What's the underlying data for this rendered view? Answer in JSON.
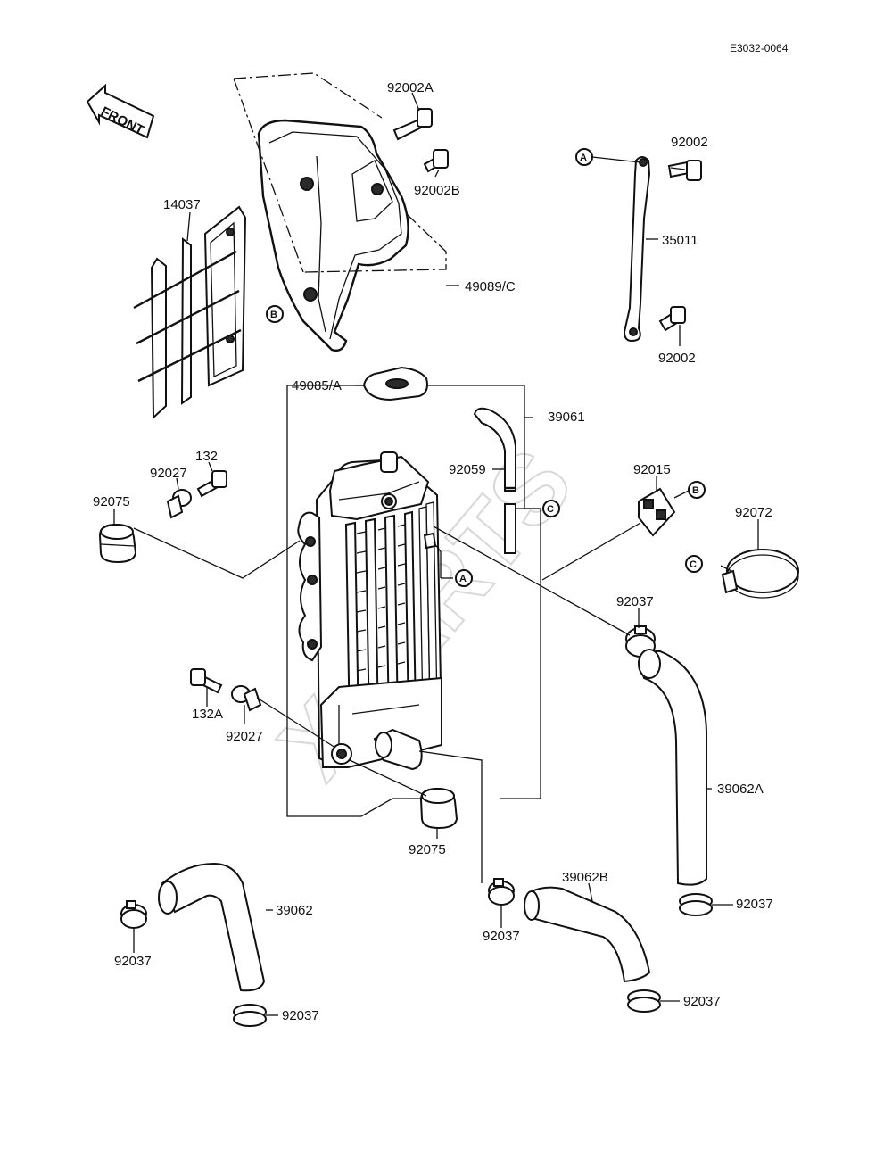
{
  "diagram_code": "E3032-0064",
  "front_arrow_label": "FRONT",
  "watermark_text": "XPARTS",
  "callouts": {
    "a": "A",
    "b": "B",
    "c": "C"
  },
  "parts": {
    "p_92002A": "92002A",
    "p_92002B": "92002B",
    "p_14037": "14037",
    "p_49089C": "49089/C",
    "p_92002_top": "92002",
    "p_35011": "35011",
    "p_92002_bottom": "92002",
    "p_49085A": "49085/A",
    "p_39061": "39061",
    "p_92059": "92059",
    "p_92015": "92015",
    "p_92072": "92072",
    "p_132": "132",
    "p_92027_top": "92027",
    "p_92075_left": "92075",
    "p_92037_mid": "92037",
    "p_39062A": "39062A",
    "p_132A": "132A",
    "p_92027_bottom": "92027",
    "p_92075_bottom": "92075",
    "p_39062B": "39062B",
    "p_92037_right_upper": "92037",
    "p_92037_center": "92037",
    "p_92037_right_lower": "92037",
    "p_39062": "39062",
    "p_92037_left": "92037",
    "p_92037_bottom_left": "92037"
  }
}
